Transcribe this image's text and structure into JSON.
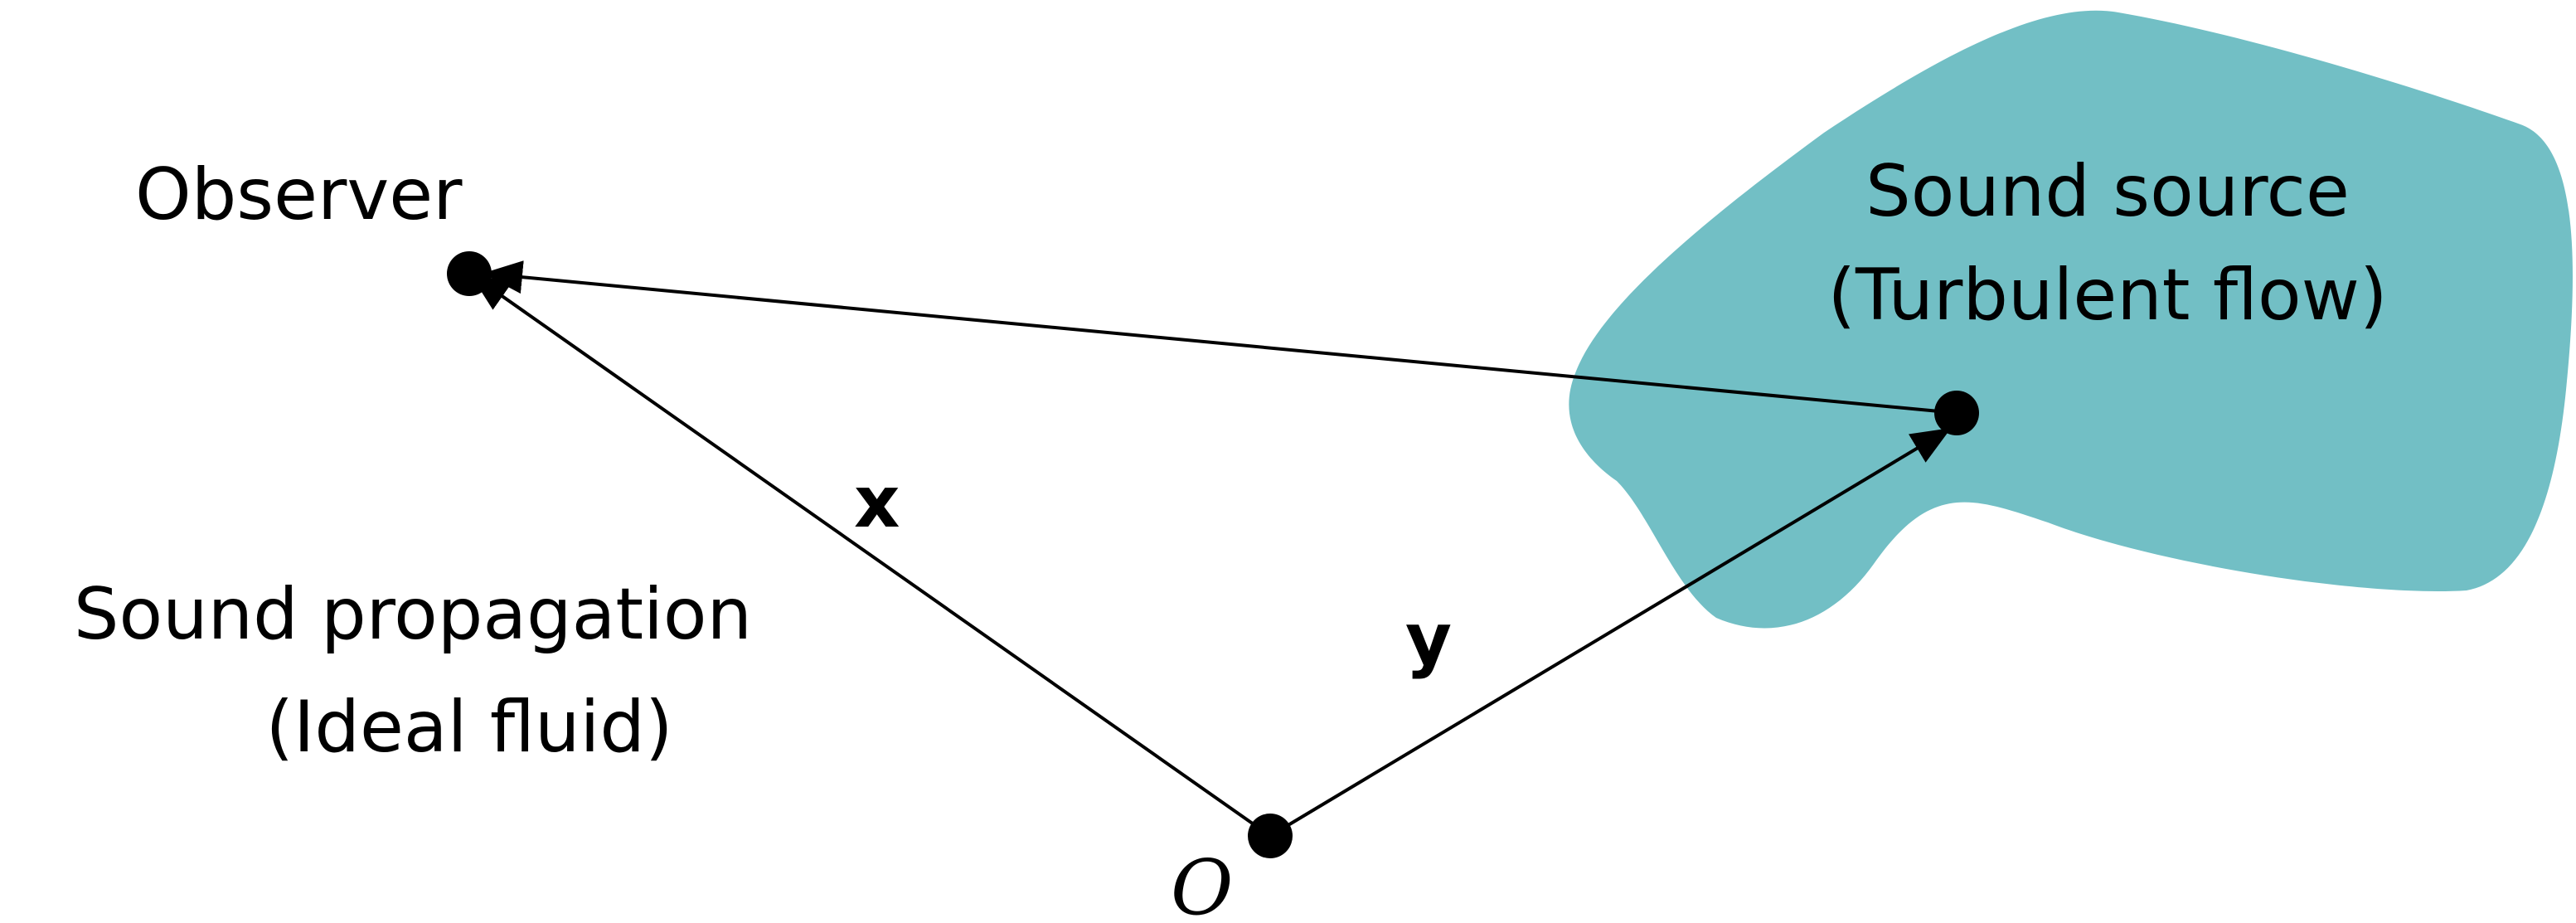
{
  "labels": {
    "observer": "Observer",
    "source_line1": "Sound source",
    "source_line2": "(Turbulent flow)",
    "propagation_line1": "Sound propagation",
    "propagation_line2": "(Ideal fluid)",
    "vector_x": "x",
    "vector_y": "y",
    "origin": "O"
  },
  "colors": {
    "source_region": "#72bfc5",
    "ink": "#000000",
    "background": "#ffffff"
  }
}
